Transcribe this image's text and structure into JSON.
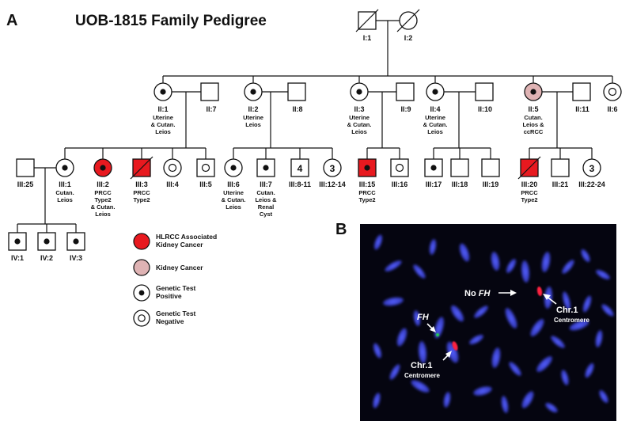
{
  "panel_a": {
    "letter": "A",
    "title": "UOB-1815 Family Pedigree",
    "gen1": {
      "i1": "I:1",
      "i2": "I:2"
    },
    "gen2": {
      "ii1": "II:1",
      "ii1_note": [
        "Uterine",
        "& Cutan.",
        "Leios"
      ],
      "ii7": "II:7",
      "ii2": "II:2",
      "ii2_note": [
        "Uterine",
        "Leios"
      ],
      "ii8": "II:8",
      "ii3": "II:3",
      "ii3_note": [
        "Uterine",
        "& Cutan.",
        "Leios"
      ],
      "ii9": "II:9",
      "ii4": "II:4",
      "ii4_note": [
        "Uterine",
        "& Cutan.",
        "Leios"
      ],
      "ii10": "II:10",
      "ii5": "II:5",
      "ii5_note": [
        "Cutan.",
        "Leios &",
        "ccRCC"
      ],
      "ii11": "II:11",
      "ii6": "II:6"
    },
    "gen3": {
      "iii25": "III:25",
      "iii1": "III:1",
      "iii1_note": [
        "Cutan.",
        "Leios"
      ],
      "iii2": "III:2",
      "iii2_note": [
        "PRCC",
        "Type2",
        "& Cutan.",
        "Leios"
      ],
      "iii3": "III:3",
      "iii3_note": [
        "PRCC",
        "Type2"
      ],
      "iii4": "III:4",
      "iii5": "III:5",
      "iii6": "III:6",
      "iii6_note": [
        "Uterine",
        "& Cutan.",
        "Leios"
      ],
      "iii7": "III:7",
      "iii7_note": [
        "Cutan.",
        "Leios &",
        "Renal",
        "Cyst"
      ],
      "iii8_11": "III:8-11",
      "iii8_11_count": "4",
      "iii12_14": "III:12-14",
      "iii12_14_count": "3",
      "iii15": "III:15",
      "iii15_note": [
        "PRCC",
        "Type2"
      ],
      "iii16": "III:16",
      "iii17": "III:17",
      "iii18": "III:18",
      "iii19": "III:19",
      "iii20": "III:20",
      "iii20_note": [
        "PRCC",
        "Type2"
      ],
      "iii21": "III:21",
      "iii22_24": "III:22-24",
      "iii22_24_count": "3"
    },
    "gen4": {
      "iv1": "IV:1",
      "iv2": "IV:2",
      "iv3": "IV:3"
    },
    "legend": [
      {
        "key": "hlrcc",
        "lines": [
          "HLRCC Associated",
          "Kidney Cancer"
        ]
      },
      {
        "key": "kidney",
        "lines": [
          "Kidney Cancer"
        ]
      },
      {
        "key": "positive",
        "lines": [
          "Genetic Test",
          "Positive"
        ]
      },
      {
        "key": "negative",
        "lines": [
          "Genetic Test",
          "Negative"
        ]
      }
    ]
  },
  "panel_b": {
    "letter": "B",
    "no_fh_prefix": "No ",
    "no_fh_gene": "FH",
    "fh_label": "FH",
    "chr1_upper": "Chr.1",
    "centromere_upper": "Centromere",
    "chr1_lower": "Chr.1",
    "centromere_lower": "Centromere"
  },
  "colors": {
    "hlrcc_red": "#e8191f",
    "kidney_pink": "#dfb3b4",
    "fish_background": "#050510",
    "chromosome_blue": "#3a3fd0",
    "probe_red": "#ff2040",
    "probe_green": "#22dd44"
  }
}
